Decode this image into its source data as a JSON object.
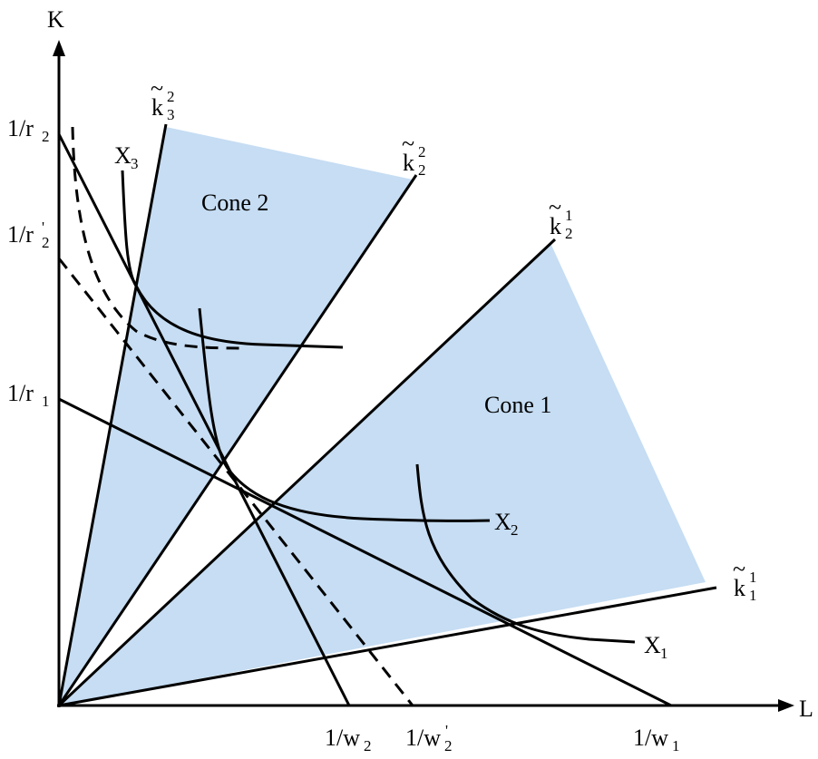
{
  "axes": {
    "y_label": "K",
    "x_label": "L"
  },
  "cones": {
    "cone1": "Cone 2",
    "cone2": "Cone 1"
  },
  "rays": {
    "k32": {
      "base": "k",
      "sup": "2",
      "sub": "3"
    },
    "k22": {
      "base": "k",
      "sup": "2",
      "sub": "2"
    },
    "k12": {
      "base": "k",
      "sup": "1",
      "sub": "2"
    },
    "k11": {
      "base": "k",
      "sup": "1",
      "sub": "1"
    },
    "tilde": "~"
  },
  "isoquants": {
    "x1": "X",
    "x1_sub": "1",
    "x2": "X",
    "x2_sub": "2",
    "x3": "X",
    "x3_sub": "3"
  },
  "intercepts": {
    "r2": {
      "text": "1/r",
      "sub": "2"
    },
    "r2p": {
      "text": "1/r",
      "sub": "2",
      "prime": "'"
    },
    "r1": {
      "text": "1/r",
      "sub": "1"
    },
    "w2": {
      "text": "1/w",
      "sub": "2"
    },
    "w2p": {
      "text": "1/w",
      "sub": "2",
      "prime": "'"
    },
    "w1": {
      "text": "1/w",
      "sub": "1"
    }
  }
}
